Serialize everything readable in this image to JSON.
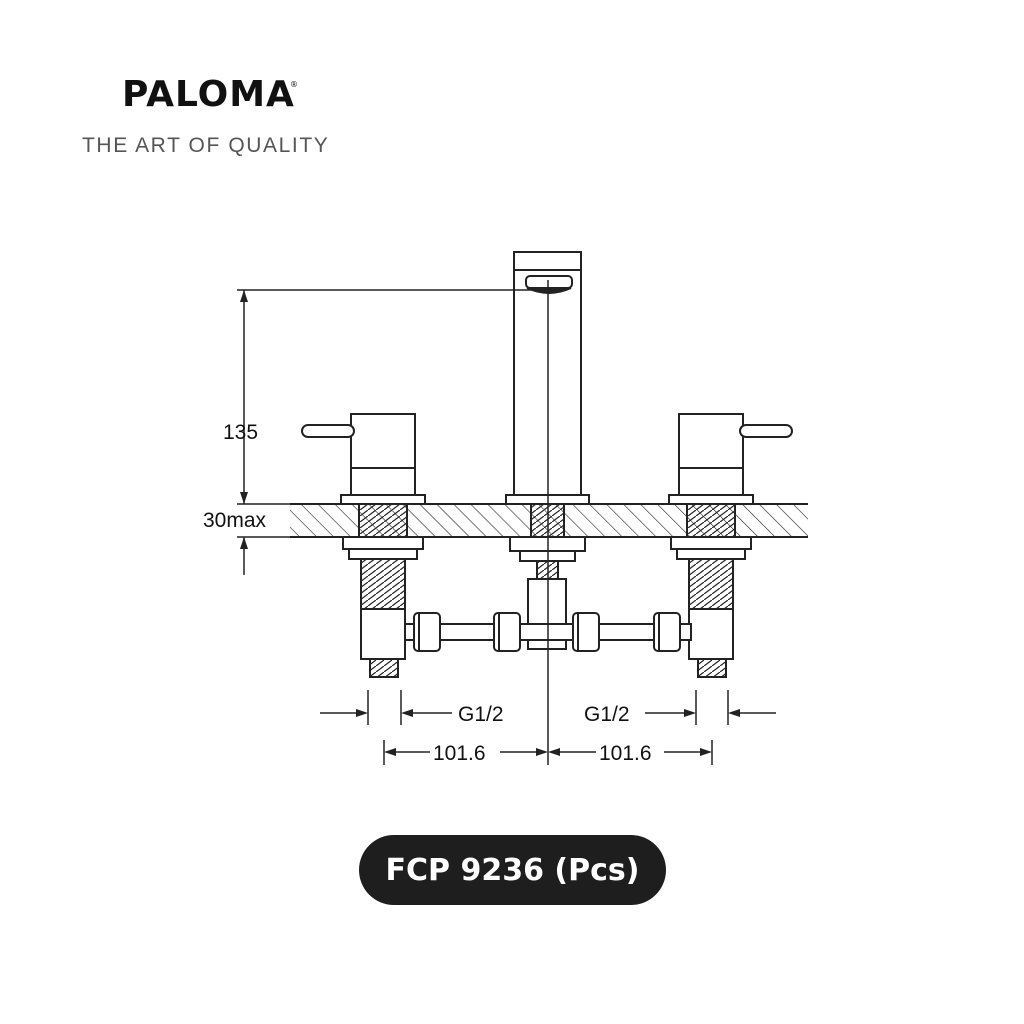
{
  "brand": {
    "name": "PALOMA",
    "registered_mark": "®",
    "tagline": "THE ART OF QUALITY"
  },
  "diagram": {
    "dimensions": {
      "height": "135",
      "deck_thickness": "30max",
      "left_inlet": "G1/2",
      "right_inlet": "G1/2",
      "left_spacing": "101.6",
      "right_spacing": "101.6"
    }
  },
  "product": {
    "model": "FCP 9236 (Pcs)"
  }
}
